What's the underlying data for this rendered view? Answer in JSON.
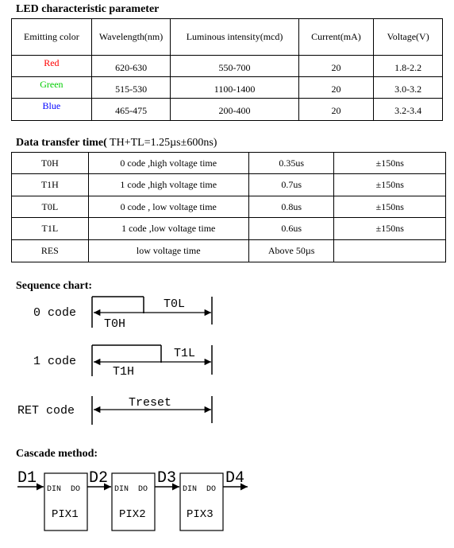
{
  "led": {
    "title": "LED characteristic parameter",
    "headers": [
      "Emitting color",
      "Wavelength(nm)",
      "Luminous intensity(mcd)",
      "Current(mA)",
      "Voltage(V)"
    ],
    "rows": [
      {
        "color": "Red",
        "color_hex": "#ff0000",
        "wavelength": "620-630",
        "intensity": "550-700",
        "current": "20",
        "voltage": "1.8-2.2"
      },
      {
        "color": "Green",
        "color_hex": "#00cc00",
        "wavelength": "515-530",
        "intensity": "1100-1400",
        "current": "20",
        "voltage": "3.0-3.2"
      },
      {
        "color": "Blue",
        "color_hex": "#0000ff",
        "wavelength": "465-475",
        "intensity": "200-400",
        "current": "20",
        "voltage": "3.2-3.4"
      }
    ]
  },
  "transfer": {
    "title_bold": "Data transfer time(",
    "title_rest": " TH+TL=1.25µs±600ns)",
    "rows": [
      [
        "T0H",
        "0 code ,high voltage time",
        "0.35us",
        "±150ns"
      ],
      [
        "T1H",
        "1 code ,high voltage time",
        "0.7us",
        "±150ns"
      ],
      [
        "T0L",
        "0 code , low voltage time",
        "0.8us",
        "±150ns"
      ],
      [
        "T1L",
        "1 code ,low voltage time",
        "0.6us",
        "±150ns"
      ],
      [
        "RES",
        "low voltage time",
        "Above 50µs",
        ""
      ]
    ]
  },
  "sequence": {
    "title": "Sequence chart:",
    "zero_code": "0 code",
    "one_code": "1 code",
    "ret_code": "RET code",
    "t0h": "T0H",
    "t0l": "T0L",
    "t1h": "T1H",
    "t1l": "T1L",
    "treset": "Treset"
  },
  "cascade": {
    "title": "Cascade method:",
    "d1": "D1",
    "d2": "D2",
    "d3": "D3",
    "d4": "D4",
    "din": "DIN",
    "do": "DO",
    "pix1": "PIX1",
    "pix2": "PIX2",
    "pix3": "PIX3"
  }
}
